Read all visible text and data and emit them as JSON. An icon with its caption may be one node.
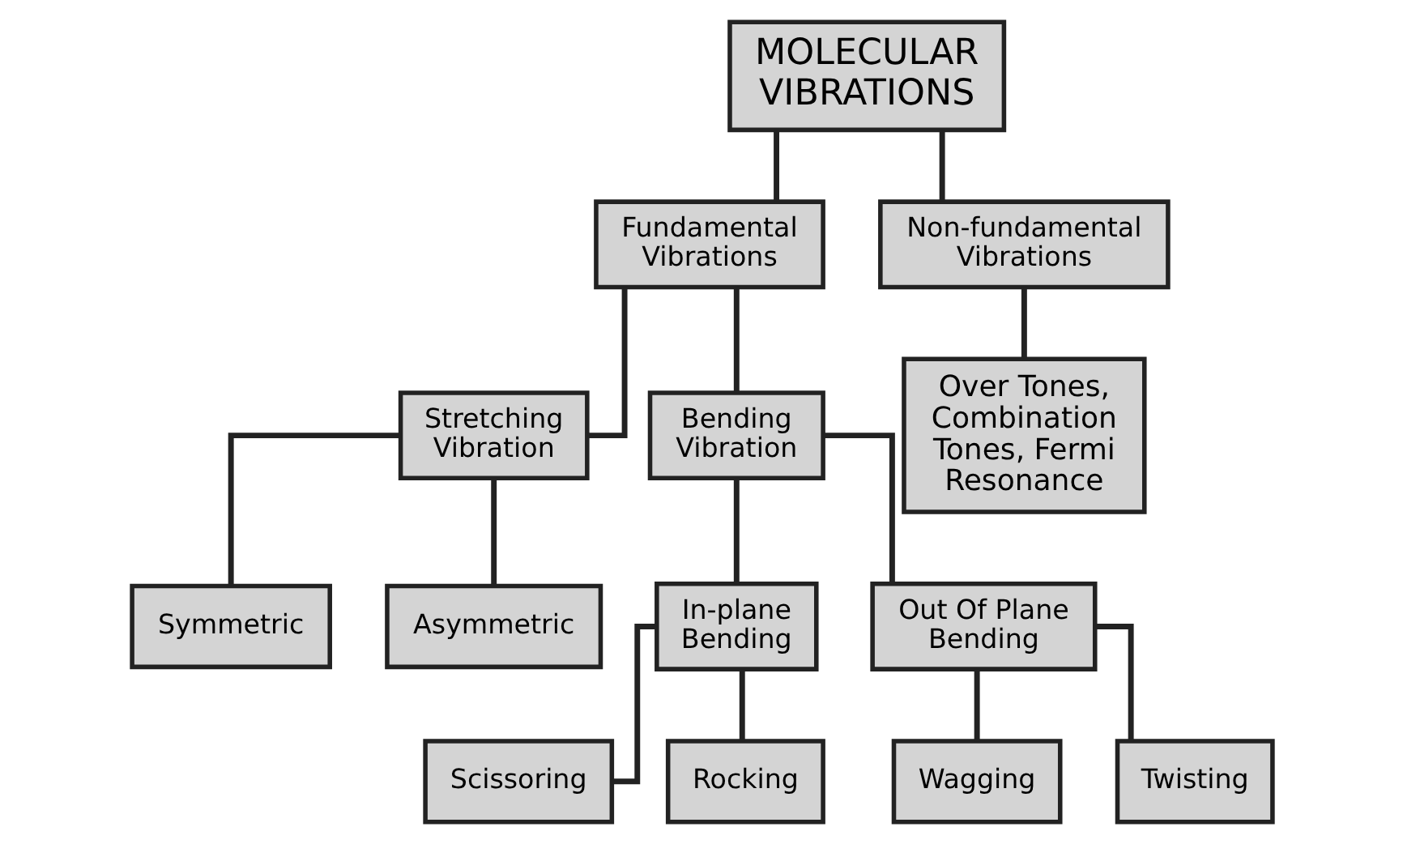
{
  "diagram": {
    "nodes": [
      {
        "text": [
          "MOLECULAR VIBRATIONS"
        ]
      },
      {
        "text": [
          "Fundamental Vibrations"
        ]
      },
      {
        "text": [
          "Non-fundamental Vibrations"
        ]
      },
      {
        "text": [
          "Stretching Vibration"
        ]
      },
      {
        "text": [
          "Bending Vibration"
        ]
      },
      {
        "text": [
          "Symmetric"
        ]
      },
      {
        "text": [
          "Asymmetric"
        ]
      },
      {
        "text": [
          "In-plane Bending"
        ]
      },
      {
        "text": [
          "Out Of Plane Bending"
        ]
      },
      {
        "text": [
          "Scissoring"
        ]
      },
      {
        "text": [
          "Rocking"
        ]
      },
      {
        "text": [
          "Wagging"
        ]
      },
      {
        "text": [
          "Twisting"
        ]
      },
      {
        "text": [
          "Over Tones, Combination Tones, Fermi Resonance"
        ]
      }
    ],
    "edges": [
      {
        "from": 0,
        "to": 1,
        "arrow": "none"
      },
      {
        "from": 0,
        "to": 2,
        "arrow": "none"
      },
      {
        "from": 1,
        "to": 3,
        "arrow": "none"
      },
      {
        "from": 1,
        "to": 4,
        "arrow": "none"
      },
      {
        "from": 3,
        "to": 5,
        "arrow": "none"
      },
      {
        "from": 3,
        "to": 6,
        "arrow": "none"
      },
      {
        "from": 4,
        "to": 7,
        "arrow": "none"
      },
      {
        "from": 4,
        "to": 8,
        "arrow": "none"
      },
      {
        "from": 7,
        "to": 9,
        "arrow": "none"
      },
      {
        "from": 7,
        "to": 10,
        "arrow": "none"
      },
      {
        "from": 8,
        "to": 11,
        "arrow": "none"
      },
      {
        "from": 8,
        "to": 12,
        "arrow": "none"
      },
      {
        "from": 2,
        "to": 13,
        "arrow": "none"
      }
    ]
  }
}
